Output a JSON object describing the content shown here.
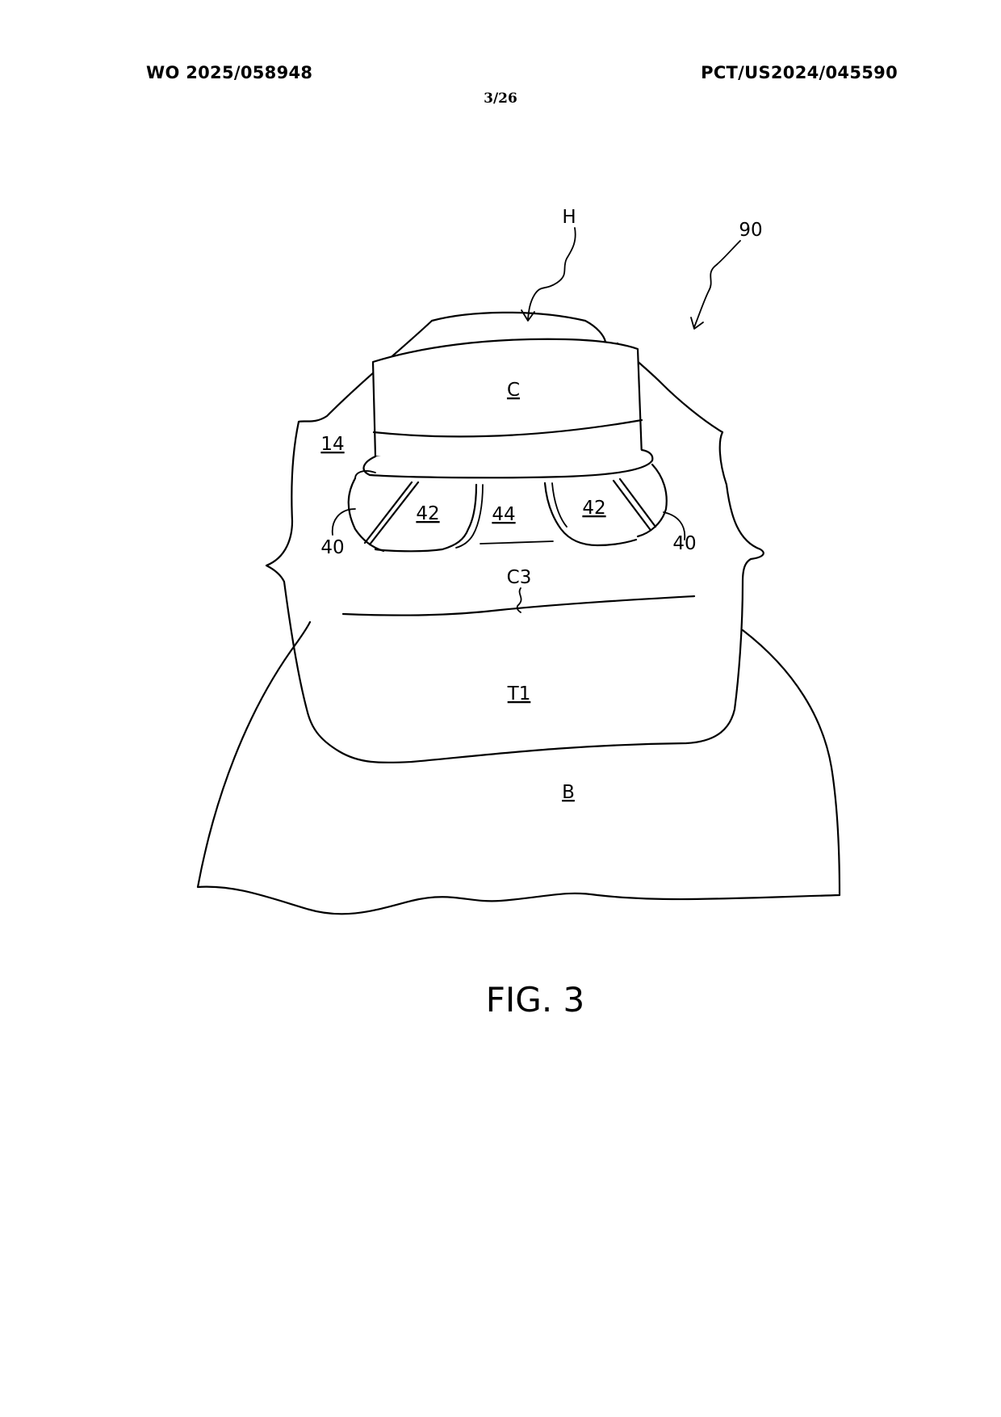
{
  "header": {
    "publication_number": "WO 2025/058948",
    "application_number": "PCT/US2024/045590",
    "sheet": "3/26"
  },
  "figure": {
    "caption": "FIG. 3",
    "labels": {
      "H": "H",
      "ref_90": "90",
      "C": "C",
      "ref_14": "14",
      "ref_42_left": "42",
      "ref_44": "44",
      "ref_42_right": "42",
      "ref_40_left": "40",
      "ref_40_right": "40",
      "C3": "C3",
      "T1": "T1",
      "B": "B"
    }
  }
}
